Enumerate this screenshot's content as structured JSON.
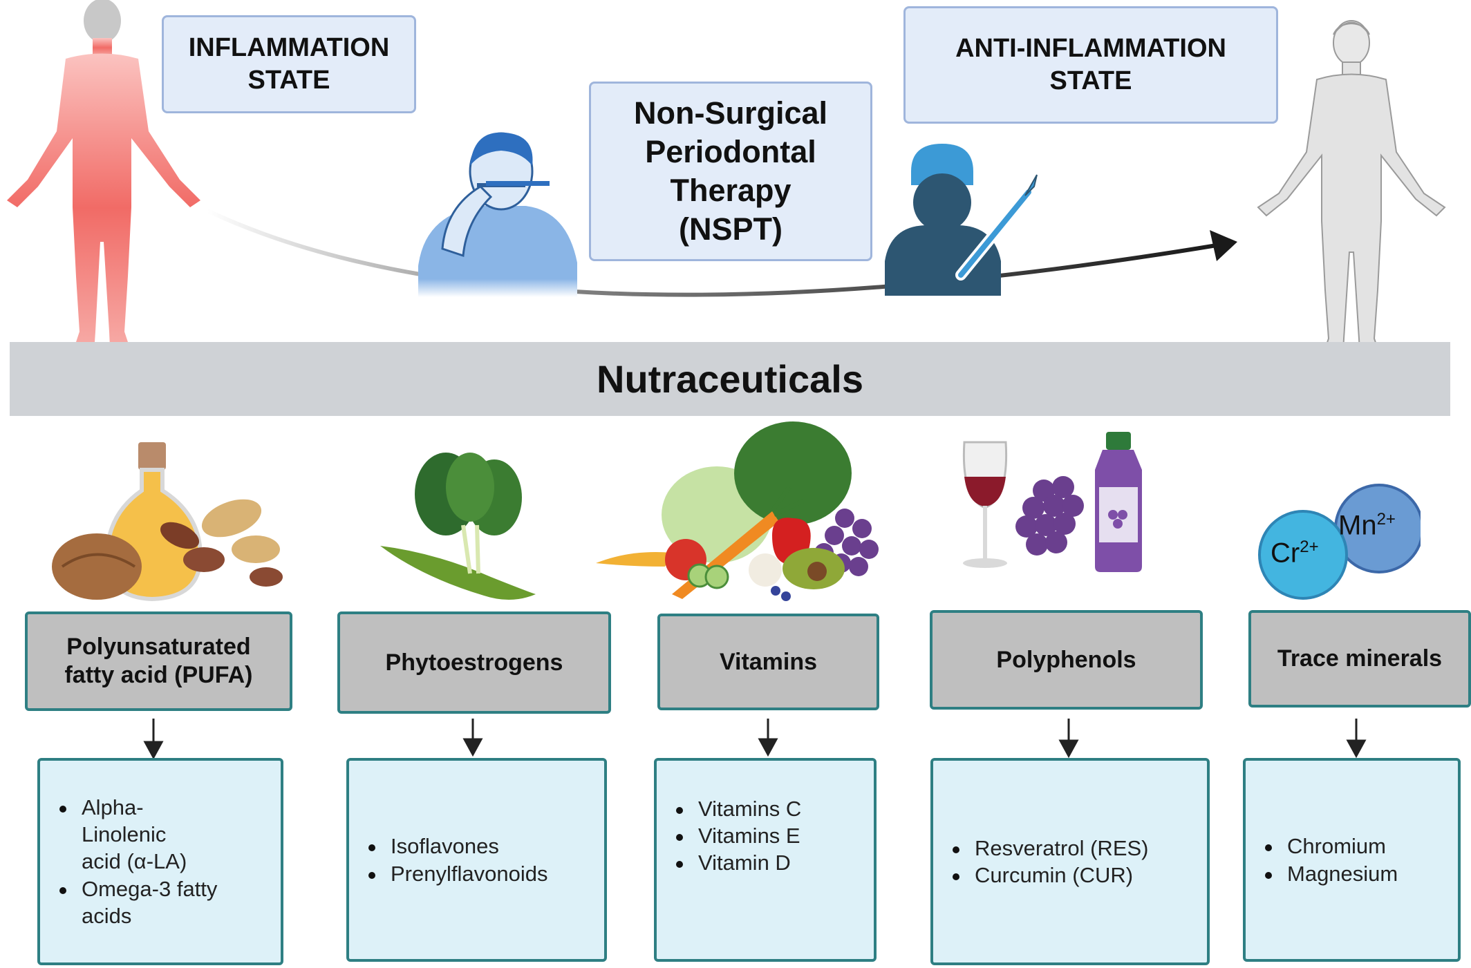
{
  "states": {
    "inflammation": "INFLAMMATION\nSTATE",
    "anti_inflammation": "ANTI-INFLAMMATION\nSTATE",
    "therapy": "Non-Surgical\nPeriodontal\nTherapy\n(NSPT)"
  },
  "band_label": "Nutraceuticals",
  "categories": [
    {
      "title": "Polyunsaturated\nfatty acid (PUFA)",
      "items": [
        "Alpha-\nLinolenic\nacid (α-LA)",
        "Omega-3 fatty\nacids"
      ]
    },
    {
      "title": "Phytoestrogens",
      "items": [
        "Isoflavones",
        "Prenylflavonoids"
      ]
    },
    {
      "title": "Vitamins",
      "items": [
        "Vitamins C",
        "Vitamins E",
        "Vitamin D"
      ]
    },
    {
      "title": "Polyphenols",
      "items": [
        "Resveratrol (RES)",
        "Curcumin (CUR)"
      ]
    },
    {
      "title": "Trace minerals",
      "items": [
        "Chromium",
        "Magnesium"
      ]
    }
  ],
  "ions": {
    "chromium": "Cr",
    "chromium_charge": "2+",
    "manganese": "Mn",
    "manganese_charge": "2+"
  },
  "colors": {
    "category_fill": "#bfbfbf",
    "category_border": "#2e7f83",
    "detail_fill": "#ddf1f8",
    "state_fill": "#e3ecf9",
    "band_fill": "#cfd2d6",
    "inflamed_body": "#f0706a"
  },
  "icons": [
    "inflamed-person-icon",
    "healthy-person-icon",
    "toothbrushing-person-icon",
    "surgeon-icon",
    "oil-nuts-icon",
    "spinach-pea-icon",
    "vegetables-icon",
    "wine-grape-juice-icon",
    "ions-icon"
  ]
}
